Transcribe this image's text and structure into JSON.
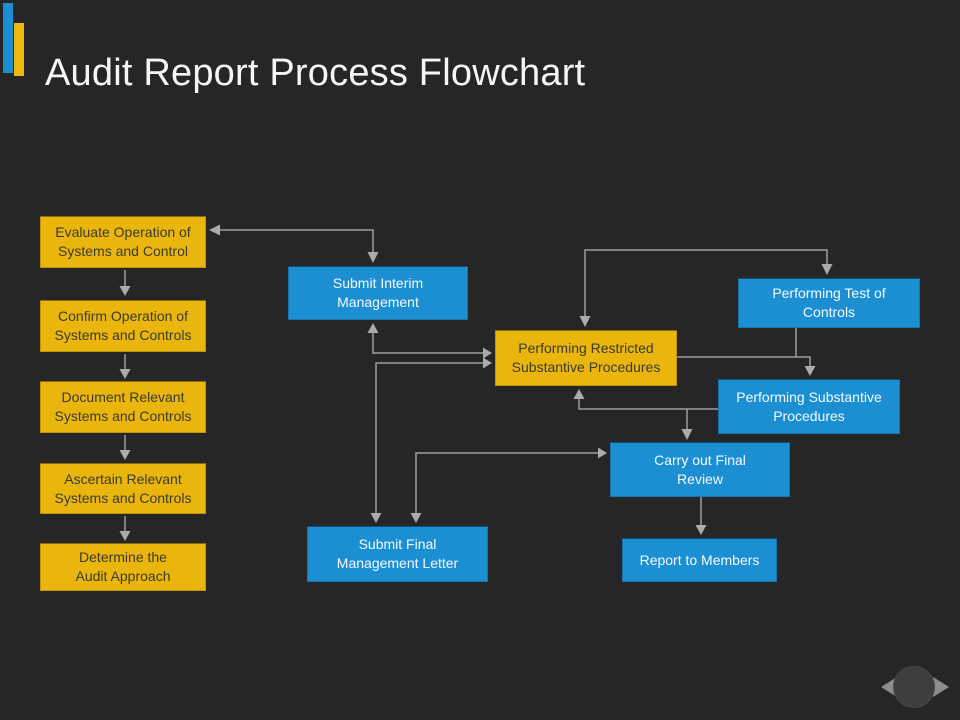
{
  "slide": {
    "title": "Audit Report Process Flowchart"
  },
  "colors": {
    "background": "#262626",
    "accent_blue": "#1B8FD2",
    "accent_gold": "#EAB60E",
    "connector_gray": "#9E9E9E",
    "yellow_node_text": "#3B3B2E",
    "blue_node_text": "#F4FAFE"
  },
  "flowchart": {
    "nodes": [
      {
        "id": "evaluate-operation",
        "color": "yellow",
        "label": "Evaluate Operation of\nSystems and Control"
      },
      {
        "id": "confirm-operation",
        "color": "yellow",
        "label": "Confirm Operation of\nSystems and Controls"
      },
      {
        "id": "document-relevant",
        "color": "yellow",
        "label": "Document Relevant\nSystems and Controls"
      },
      {
        "id": "ascertain-relevant",
        "color": "yellow",
        "label": "Ascertain Relevant\nSystems and Controls"
      },
      {
        "id": "determine-audit-approach",
        "color": "yellow",
        "label": "Determine the\nAudit Approach"
      },
      {
        "id": "submit-interim-management",
        "color": "blue",
        "label": "Submit Interim\nManagement"
      },
      {
        "id": "performing-restricted-substantive",
        "color": "yellow",
        "label": "Performing Restricted\nSubstantive Procedures"
      },
      {
        "id": "performing-test-of-controls",
        "color": "blue",
        "label": "Performing Test of\nControls"
      },
      {
        "id": "performing-substantive-procedures",
        "color": "blue",
        "label": "Performing Substantive\nProcedures"
      },
      {
        "id": "carry-out-final-review",
        "color": "blue",
        "label": "Carry out Final\nReview"
      },
      {
        "id": "submit-final-management-letter",
        "color": "blue",
        "label": "Submit Final\nManagement Letter"
      },
      {
        "id": "report-to-members",
        "color": "blue",
        "label": "Report to Members"
      }
    ],
    "edges": [
      {
        "from": "evaluate-operation",
        "to": "confirm-operation",
        "type": "directed"
      },
      {
        "from": "confirm-operation",
        "to": "document-relevant",
        "type": "directed"
      },
      {
        "from": "document-relevant",
        "to": "ascertain-relevant",
        "type": "directed"
      },
      {
        "from": "ascertain-relevant",
        "to": "determine-audit-approach",
        "type": "directed"
      },
      {
        "from": "submit-interim-management",
        "to": "evaluate-operation",
        "type": "bidirectional"
      },
      {
        "from": "submit-interim-management",
        "to": "performing-restricted-substantive",
        "type": "bidirectional"
      },
      {
        "from": "submit-final-management-letter",
        "to": "performing-restricted-substantive",
        "type": "bidirectional"
      },
      {
        "from": "submit-final-management-letter",
        "to": "carry-out-final-review",
        "type": "bidirectional"
      },
      {
        "from": "performing-restricted-substantive",
        "to": "performing-test-of-controls",
        "type": "bidirectional"
      },
      {
        "from": "performing-test-of-controls",
        "to": "performing-substantive-procedures",
        "type": "directed"
      },
      {
        "from": "performing-restricted-substantive",
        "to": "performing-substantive-procedures",
        "type": "directed"
      },
      {
        "from": "performing-substantive-procedures",
        "to": "performing-restricted-substantive",
        "type": "directed"
      },
      {
        "from": "performing-substantive-procedures",
        "to": "carry-out-final-review",
        "type": "directed"
      },
      {
        "from": "carry-out-final-review",
        "to": "report-to-members",
        "type": "directed"
      }
    ]
  },
  "navigation": {
    "prev_icon": "left-arrow",
    "next_icon": "right-arrow"
  }
}
